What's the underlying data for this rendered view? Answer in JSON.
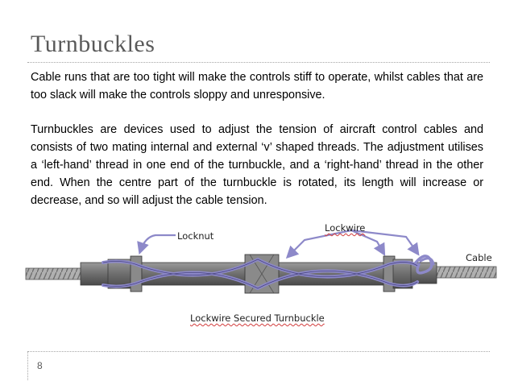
{
  "slide": {
    "title": "Turnbuckles",
    "paragraphs": [
      "Cable runs that are too tight will make the controls stiff to operate, whilst cables that are too slack will make the controls sloppy and unresponsive.",
      "Turnbuckles are devices used to adjust the tension of aircraft control cables and consists of two mating internal and external ‘v’ shaped threads. The adjustment utilises a ‘left-hand’ thread in one end of the turnbuckle, and a ‘right-hand’ thread in the other end. When the centre part of the turnbuckle is rotated, its length will increase or decrease, and so will adjust the cable tension."
    ],
    "page_number": "8"
  },
  "diagram": {
    "labels": {
      "locknut": "Locknut",
      "lockwire": "Lockwire",
      "cable": "Cable",
      "caption": "Lockwire Secured Turnbuckle"
    },
    "colors": {
      "body": "#7a7a7a",
      "body_dark": "#4d4d4d",
      "lockwire": "#8d89c9",
      "cable": "#9a9a9a"
    }
  }
}
